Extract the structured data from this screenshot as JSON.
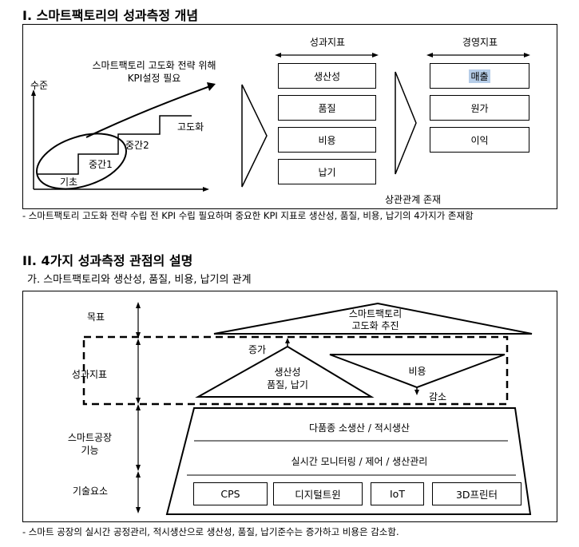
{
  "section1": {
    "heading": "I. 스마트팩토리의 성과측정 개념",
    "diagram": {
      "strategy_text_line1": "스마트팩토리 고도화 전략 위해",
      "strategy_text_line2": "KPI설정 필요",
      "y_axis_label": "수준",
      "stages": [
        "기초",
        "중간1",
        "중간2",
        "고도화"
      ],
      "performance_header": "성과지표",
      "performance_items": [
        "생산성",
        "품질",
        "비용",
        "납기"
      ],
      "management_header": "경영지표",
      "management_items": [
        "매출",
        "원가",
        "이익"
      ],
      "correlation_label": "상관관계 존재"
    },
    "note": "- 스마트팩토리 고도화 전략 수립 전 KPI 수립 필요하며 중요한 KPI 지표로 생산성, 품질, 비용, 납기의 4가지가 존재함"
  },
  "section2": {
    "heading": "II. 4가지 성과측정 관점의 설명",
    "subheading": "가. 스마트팩토리와 생산성, 품질, 비용, 납기의 관계",
    "diagram": {
      "rows": [
        "목표",
        "성과지표",
        "스마트공장\n기능",
        "기술요소"
      ],
      "goal_line1": "스마트팩토리",
      "goal_line2": "고도화 추진",
      "increase_label": "증가",
      "decrease_label": "감소",
      "left_triangle_line1": "생산성",
      "left_triangle_line2": "품질, 납기",
      "right_triangle_label": "비용",
      "function1": "다품종 소생산 / 적시생산",
      "function2": "실시간 모니터링 / 제어 / 생산관리",
      "tech_items": [
        "CPS",
        "디지털트윈",
        "IoT",
        "3D프린터"
      ]
    },
    "note": "- 스마트 공장의 실시간 공정관리, 적시생산으로 생산성, 품질, 납기준수는 증가하고 비용은 감소함."
  }
}
